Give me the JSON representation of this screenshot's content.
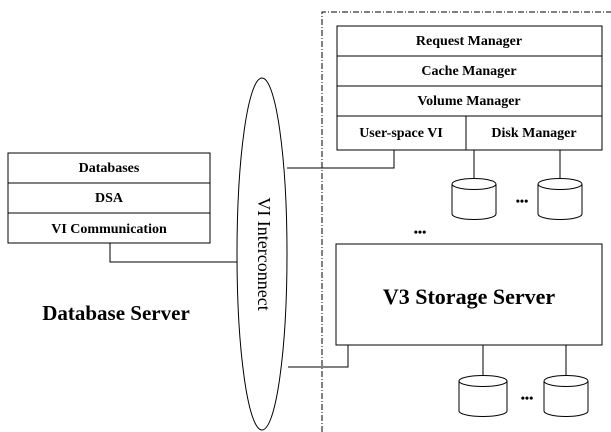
{
  "storage_stack": {
    "request_manager": "Request Manager",
    "cache_manager": "Cache Manager",
    "volume_manager": "Volume Manager",
    "user_space_vi": "User-space VI",
    "disk_manager": "Disk Manager"
  },
  "db_stack": {
    "databases": "Databases",
    "dsa": "DSA",
    "vi_communication": "VI Communication"
  },
  "interconnect_label": "VI Interconnect",
  "database_server_label": "Database Server",
  "storage_server_label": "V3 Storage Server",
  "ellipsis": "•••"
}
